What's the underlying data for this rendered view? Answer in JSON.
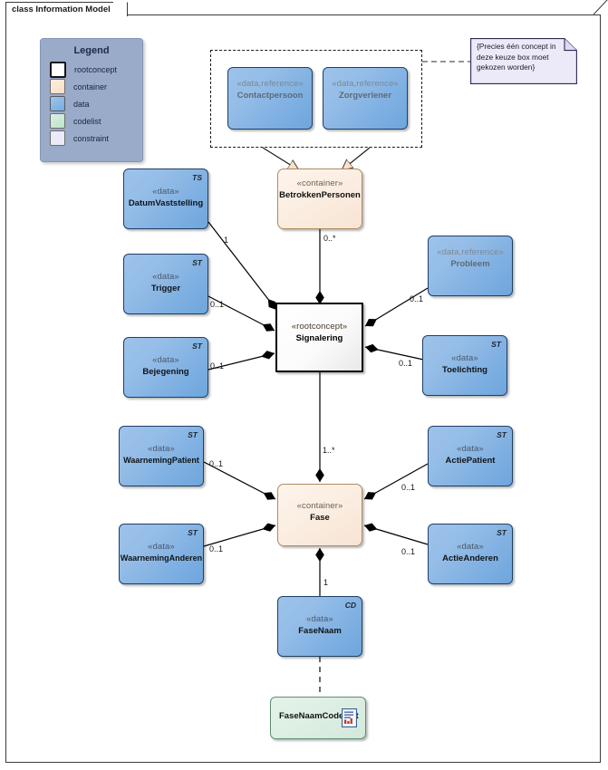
{
  "diagram": {
    "frame_label": "class Information Model",
    "kind": "uml-class-diagram"
  },
  "legend": {
    "title": "Legend",
    "items": [
      {
        "label": "rootconcept",
        "color": "#ffffff",
        "border": "#111111"
      },
      {
        "label": "container",
        "color": "#fae0c8",
        "border": "#6e6e6e"
      },
      {
        "label": "data",
        "color": "#7fb3e4",
        "border": "#4a4a4a"
      },
      {
        "label": "codelist",
        "color": "#bfe3cb",
        "border": "#6e6e6e"
      },
      {
        "label": "constraint",
        "color": "#e6e6f7",
        "border": "#6e6e6e"
      }
    ],
    "background": "#9aaac9"
  },
  "note": {
    "text": "{Precies één concept in deze keuze box moet gekozen worden}",
    "background": "#eceaf8",
    "border": "#2a2a55"
  },
  "nodes": [
    {
      "id": "contactpersoon",
      "stereotype": "«data,reference»",
      "name": "Contactpersoon",
      "tag": "",
      "kind": "data-reference"
    },
    {
      "id": "zorgverlener",
      "stereotype": "«data,reference»",
      "name": "Zorgverlener",
      "tag": "",
      "kind": "data-reference"
    },
    {
      "id": "betrokkenpersonen",
      "stereotype": "«container»",
      "name": "BetrokkenPersonen",
      "tag": "",
      "kind": "container"
    },
    {
      "id": "datumvaststelling",
      "stereotype": "«data»",
      "name": "DatumVaststelling",
      "tag": "TS",
      "kind": "data"
    },
    {
      "id": "trigger",
      "stereotype": "«data»",
      "name": "Trigger",
      "tag": "ST",
      "kind": "data"
    },
    {
      "id": "bejegening",
      "stereotype": "«data»",
      "name": "Bejegening",
      "tag": "ST",
      "kind": "data"
    },
    {
      "id": "signalering",
      "stereotype": "«rootconcept»",
      "name": "Signalering",
      "tag": "",
      "kind": "rootconcept"
    },
    {
      "id": "probleem",
      "stereotype": "«data,reference»",
      "name": "Probleem",
      "tag": "",
      "kind": "data-reference"
    },
    {
      "id": "toelichting",
      "stereotype": "«data»",
      "name": "Toelichting",
      "tag": "ST",
      "kind": "data"
    },
    {
      "id": "waarnemingpatient",
      "stereotype": "«data»",
      "name": "WaarnemingPatient",
      "tag": "ST",
      "kind": "data"
    },
    {
      "id": "waarneminganderen",
      "stereotype": "«data»",
      "name": "WaarnemingAnderen",
      "tag": "ST",
      "kind": "data"
    },
    {
      "id": "fase",
      "stereotype": "«container»",
      "name": "Fase",
      "tag": "",
      "kind": "container"
    },
    {
      "id": "actiepatient",
      "stereotype": "«data»",
      "name": "ActiePatient",
      "tag": "ST",
      "kind": "data"
    },
    {
      "id": "actieanderen",
      "stereotype": "«data»",
      "name": "ActieAnderen",
      "tag": "ST",
      "kind": "data"
    },
    {
      "id": "fasenaam",
      "stereotype": "«data»",
      "name": "FaseNaam",
      "tag": "CD",
      "kind": "data"
    },
    {
      "id": "fasenaamcodelijst",
      "stereotype": "",
      "name": "FaseNaamCodelijst",
      "tag": "",
      "kind": "codelist"
    }
  ],
  "multiplicities": {
    "datumvaststelling_signalering": "1",
    "betrokkenpersonen_signalering": "0..*",
    "trigger_signalering": "0..1",
    "bejegening_signalering": "0..1",
    "probleem_signalering": "0..1",
    "toelichting_signalering": "0..1",
    "signalering_fase": "1..*",
    "waarnemingpatient_fase": "0..1",
    "waarneminganderen_fase": "0..1",
    "actiepatient_fase": "0..1",
    "actieanderen_fase": "0..1",
    "fase_fasenaam": "1"
  },
  "icons": {
    "codelist_document": "document-icon",
    "note_fold": "note-fold-icon"
  }
}
